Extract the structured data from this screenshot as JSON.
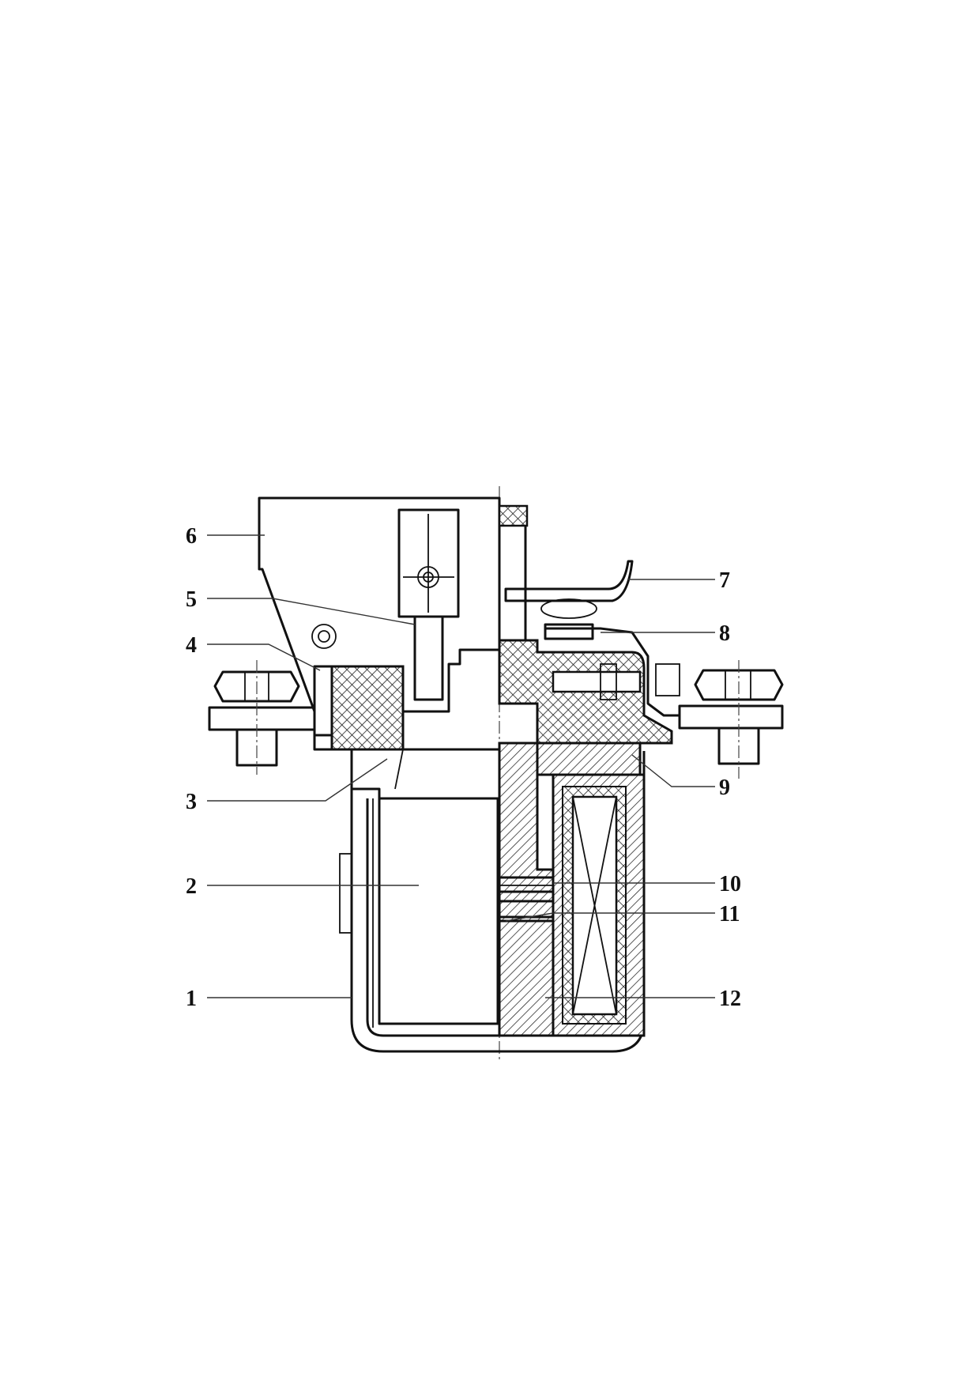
{
  "diagram": {
    "callouts": [
      {
        "id": "1",
        "label": "1"
      },
      {
        "id": "2",
        "label": "2"
      },
      {
        "id": "3",
        "label": "3"
      },
      {
        "id": "4",
        "label": "4"
      },
      {
        "id": "5",
        "label": "5"
      },
      {
        "id": "6",
        "label": "6"
      },
      {
        "id": "7",
        "label": "7"
      },
      {
        "id": "8",
        "label": "8"
      },
      {
        "id": "9",
        "label": "9"
      },
      {
        "id": "10",
        "label": "10"
      },
      {
        "id": "11",
        "label": "11"
      },
      {
        "id": "12",
        "label": "12"
      }
    ],
    "colors": {
      "ink": "#111111",
      "background": "#ffffff",
      "insulation_hatch": "#222222"
    }
  }
}
